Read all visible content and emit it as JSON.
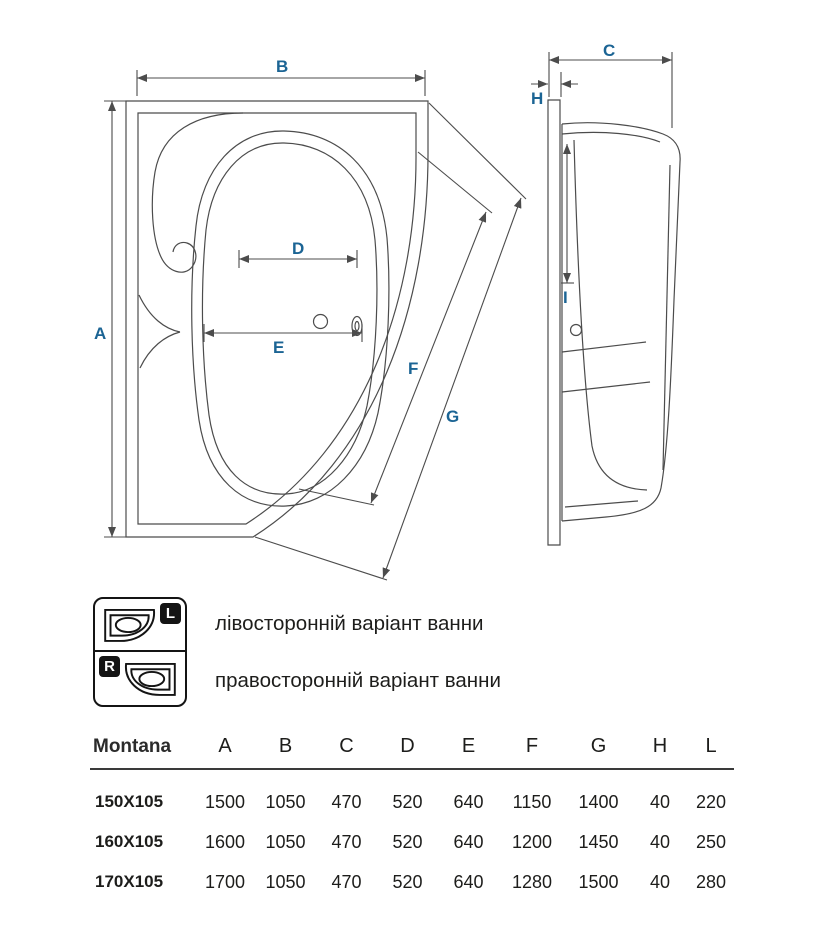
{
  "diagram": {
    "labels": {
      "A": "A",
      "B": "B",
      "C": "C",
      "D": "D",
      "E": "E",
      "F": "F",
      "G": "G",
      "H": "H",
      "I": "I"
    }
  },
  "legend": {
    "left_badge": "L",
    "right_badge": "R",
    "left_text": "лівосторонній варіант ванни",
    "right_text": "правосторонній варіант ванни"
  },
  "table": {
    "brand": "Montana",
    "columns": [
      "A",
      "B",
      "C",
      "D",
      "E",
      "F",
      "G",
      "H",
      "L"
    ],
    "rows": [
      {
        "label": "150X105",
        "values": [
          1500,
          1050,
          470,
          520,
          640,
          1150,
          1400,
          40,
          220
        ]
      },
      {
        "label": "160X105",
        "values": [
          1600,
          1050,
          470,
          520,
          640,
          1200,
          1450,
          40,
          250
        ]
      },
      {
        "label": "170X105",
        "values": [
          1700,
          1050,
          470,
          520,
          640,
          1280,
          1500,
          40,
          280
        ]
      }
    ]
  },
  "colors": {
    "dim_label_blue": "#1b6494",
    "line_gray": "#4c4c4c",
    "text": "#1d1d1b",
    "badge_black": "#141414"
  }
}
